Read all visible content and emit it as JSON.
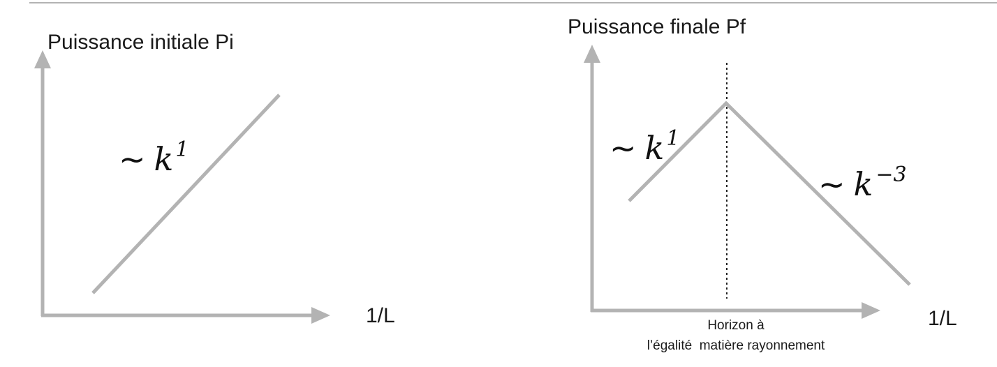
{
  "colors": {
    "axis": "#b3b3b3",
    "curve": "#b3b3b3",
    "text": "#1a1a1a",
    "marker": "#222222"
  },
  "left_panel": {
    "y_axis_label": "Puissance initiale Pi",
    "x_axis_label": "1/L",
    "slope_label": {
      "tilde": "~",
      "base": "k",
      "exponent": "1"
    }
  },
  "right_panel": {
    "y_axis_label": "Puissance finale Pf",
    "x_axis_label": "1/L",
    "rising_label": {
      "tilde": "~",
      "base": "k",
      "exponent": "1"
    },
    "falling_label": {
      "tilde": "~",
      "base": "k",
      "exponent": "−3"
    },
    "marker_caption_line1": "Horizon à",
    "marker_caption_line2": "l’égalité  matière rayonnement"
  }
}
